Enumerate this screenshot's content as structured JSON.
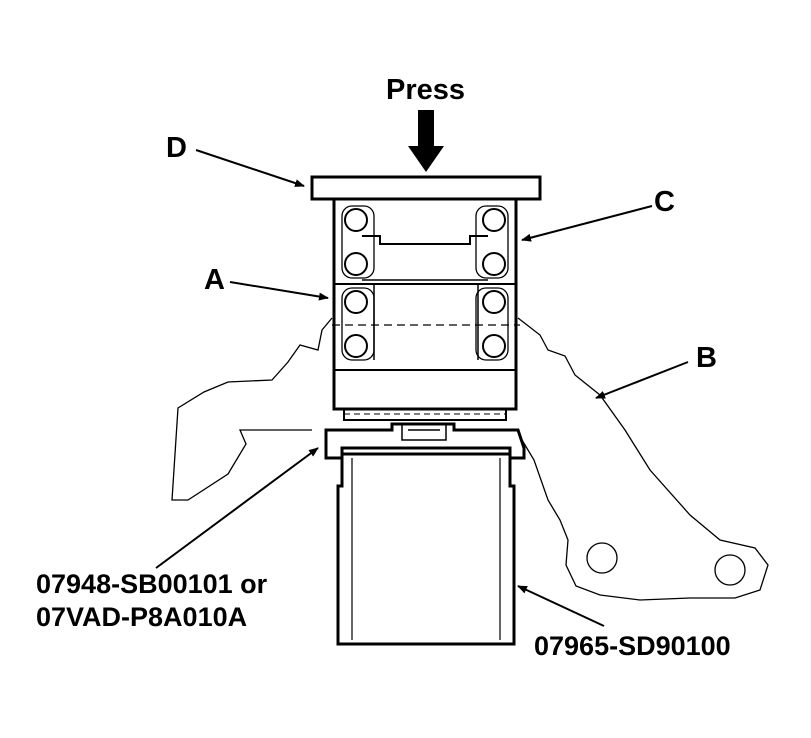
{
  "labels": {
    "press": "Press",
    "a": "A",
    "b": "B",
    "c": "C",
    "d": "D",
    "tool_left_line1": "07948-SB00101 or",
    "tool_left_line2": "07VAD-P8A010A",
    "tool_right": "07965-SD90100"
  },
  "colors": {
    "ink": "#000000",
    "paper": "#ffffff"
  }
}
